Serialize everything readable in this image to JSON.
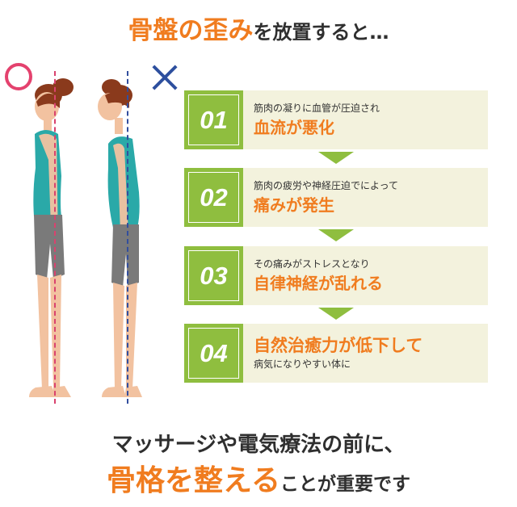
{
  "header": {
    "highlight": "骨盤の歪み",
    "rest": "を放置すると…"
  },
  "steps": [
    {
      "number": "01",
      "detail": "筋肉の凝りに血管が圧迫され",
      "result": "血流が悪化"
    },
    {
      "number": "02",
      "detail": "筋肉の疲労や神経圧迫でによって",
      "result": "痛みが発生"
    },
    {
      "number": "03",
      "detail": "その痛みがストレスとなり",
      "result": "自律神経が乱れる"
    },
    {
      "number": "04",
      "result": "自然治癒力が低下して",
      "detail": "病気になりやすい体に"
    }
  ],
  "footer": {
    "line1": "マッサージや電気療法の前に、",
    "highlight": "骨格を整える",
    "rest": "ことが重要です"
  },
  "colors": {
    "accent": "#f07c1f",
    "step_green": "#8fbe3f",
    "step_background": "#f3f2dd",
    "good_mark": "#e4426e",
    "bad_mark": "#2d4f9e"
  }
}
